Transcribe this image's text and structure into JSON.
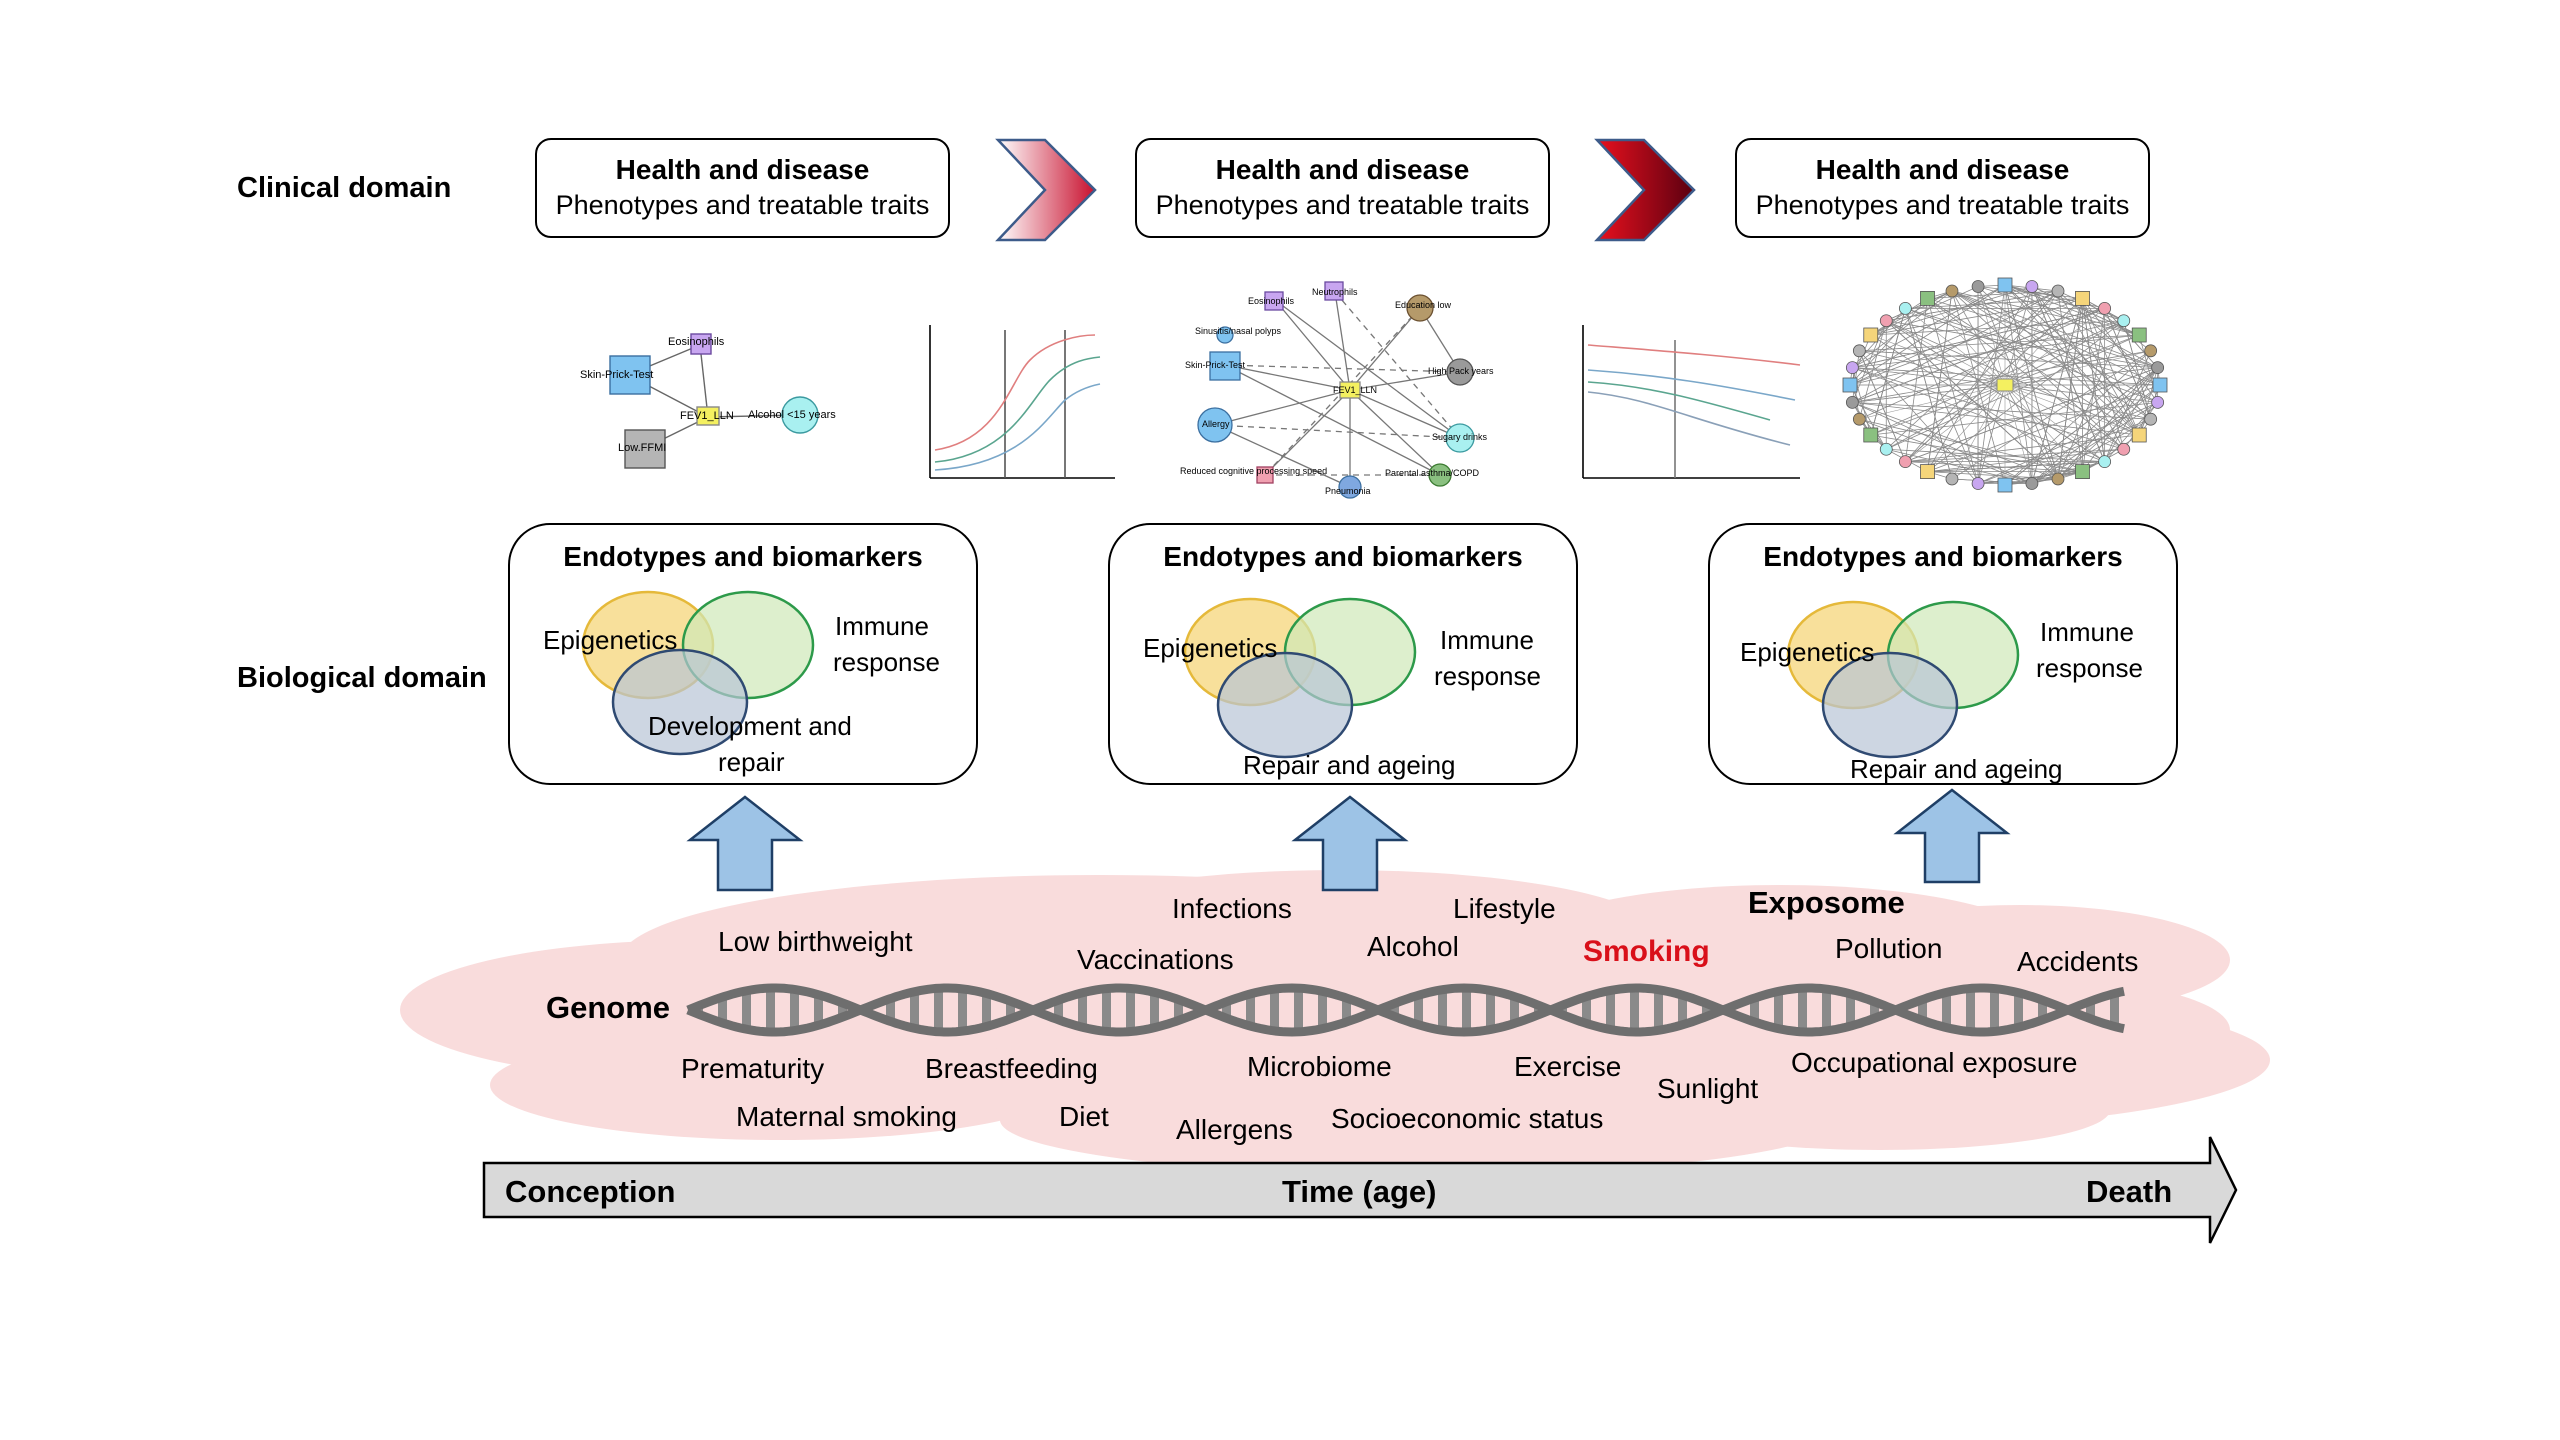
{
  "domains": {
    "clinical": "Clinical domain",
    "biological": "Biological domain"
  },
  "clinical_boxes": [
    {
      "title": "Health and disease",
      "subtitle": "Phenotypes and treatable traits"
    },
    {
      "title": "Health and disease",
      "subtitle": "Phenotypes and treatable traits"
    },
    {
      "title": "Health and disease",
      "subtitle": "Phenotypes and treatable traits"
    }
  ],
  "networks": {
    "net1": [
      "Eosinophils",
      "Skin-Prick-Test",
      "FEV1_LLN",
      "Alcohol <15 years",
      "Low.FFMI"
    ],
    "net2": [
      "Eosinophils",
      "Neutrophils",
      "Education low",
      "Sinusitis/nasal polyps",
      "Skin-Prick-Test",
      "FEV1_LLN",
      "High Pack years",
      "Allergy",
      "Sugary drinks",
      "Reduced cognitive processing speed",
      "Parental asthma/COPD",
      "Pneumonia"
    ]
  },
  "bio_boxes": [
    {
      "title": "Endotypes and biomarkers",
      "set_a": "Epigenetics",
      "set_b_line1": "Immune",
      "set_b_line2": "response",
      "set_c_line1": "Development and",
      "set_c_line2": "repair"
    },
    {
      "title": "Endotypes and biomarkers",
      "set_a": "Epigenetics",
      "set_b_line1": "Immune",
      "set_b_line2": "response",
      "set_c_line1": "Repair and ageing",
      "set_c_line2": ""
    },
    {
      "title": "Endotypes and biomarkers",
      "set_a": "Epigenetics",
      "set_b_line1": "Immune",
      "set_b_line2": "response",
      "set_c_line1": "Repair and ageing",
      "set_c_line2": ""
    }
  ],
  "exposome": {
    "genome": "Genome",
    "exposome": "Exposome",
    "above": [
      "Low birthweight",
      "Infections",
      "Vaccinations",
      "Lifestyle",
      "Alcohol",
      "Smoking",
      "Pollution",
      "Accidents"
    ],
    "below": [
      "Prematurity",
      "Breastfeeding",
      "Maternal smoking",
      "Diet",
      "Microbiome",
      "Allergens",
      "Socioeconomic status",
      "Exercise",
      "Sunlight",
      "Occupational exposure"
    ]
  },
  "timeline": {
    "start": "Conception",
    "middle": "Time (age)",
    "end": "Death"
  },
  "colors": {
    "epigenetics": "#f5d57a",
    "immune": "#cfe8b8",
    "repair": "#b8c4d6",
    "upload_arrow": "#9dc3e6",
    "cloud": "#f9dcdc",
    "smoking": "#d9101a",
    "chevron_light": "#f4c0c6",
    "chevron_dark": "#c00018",
    "timeline_bar": "#d9d9d9"
  }
}
